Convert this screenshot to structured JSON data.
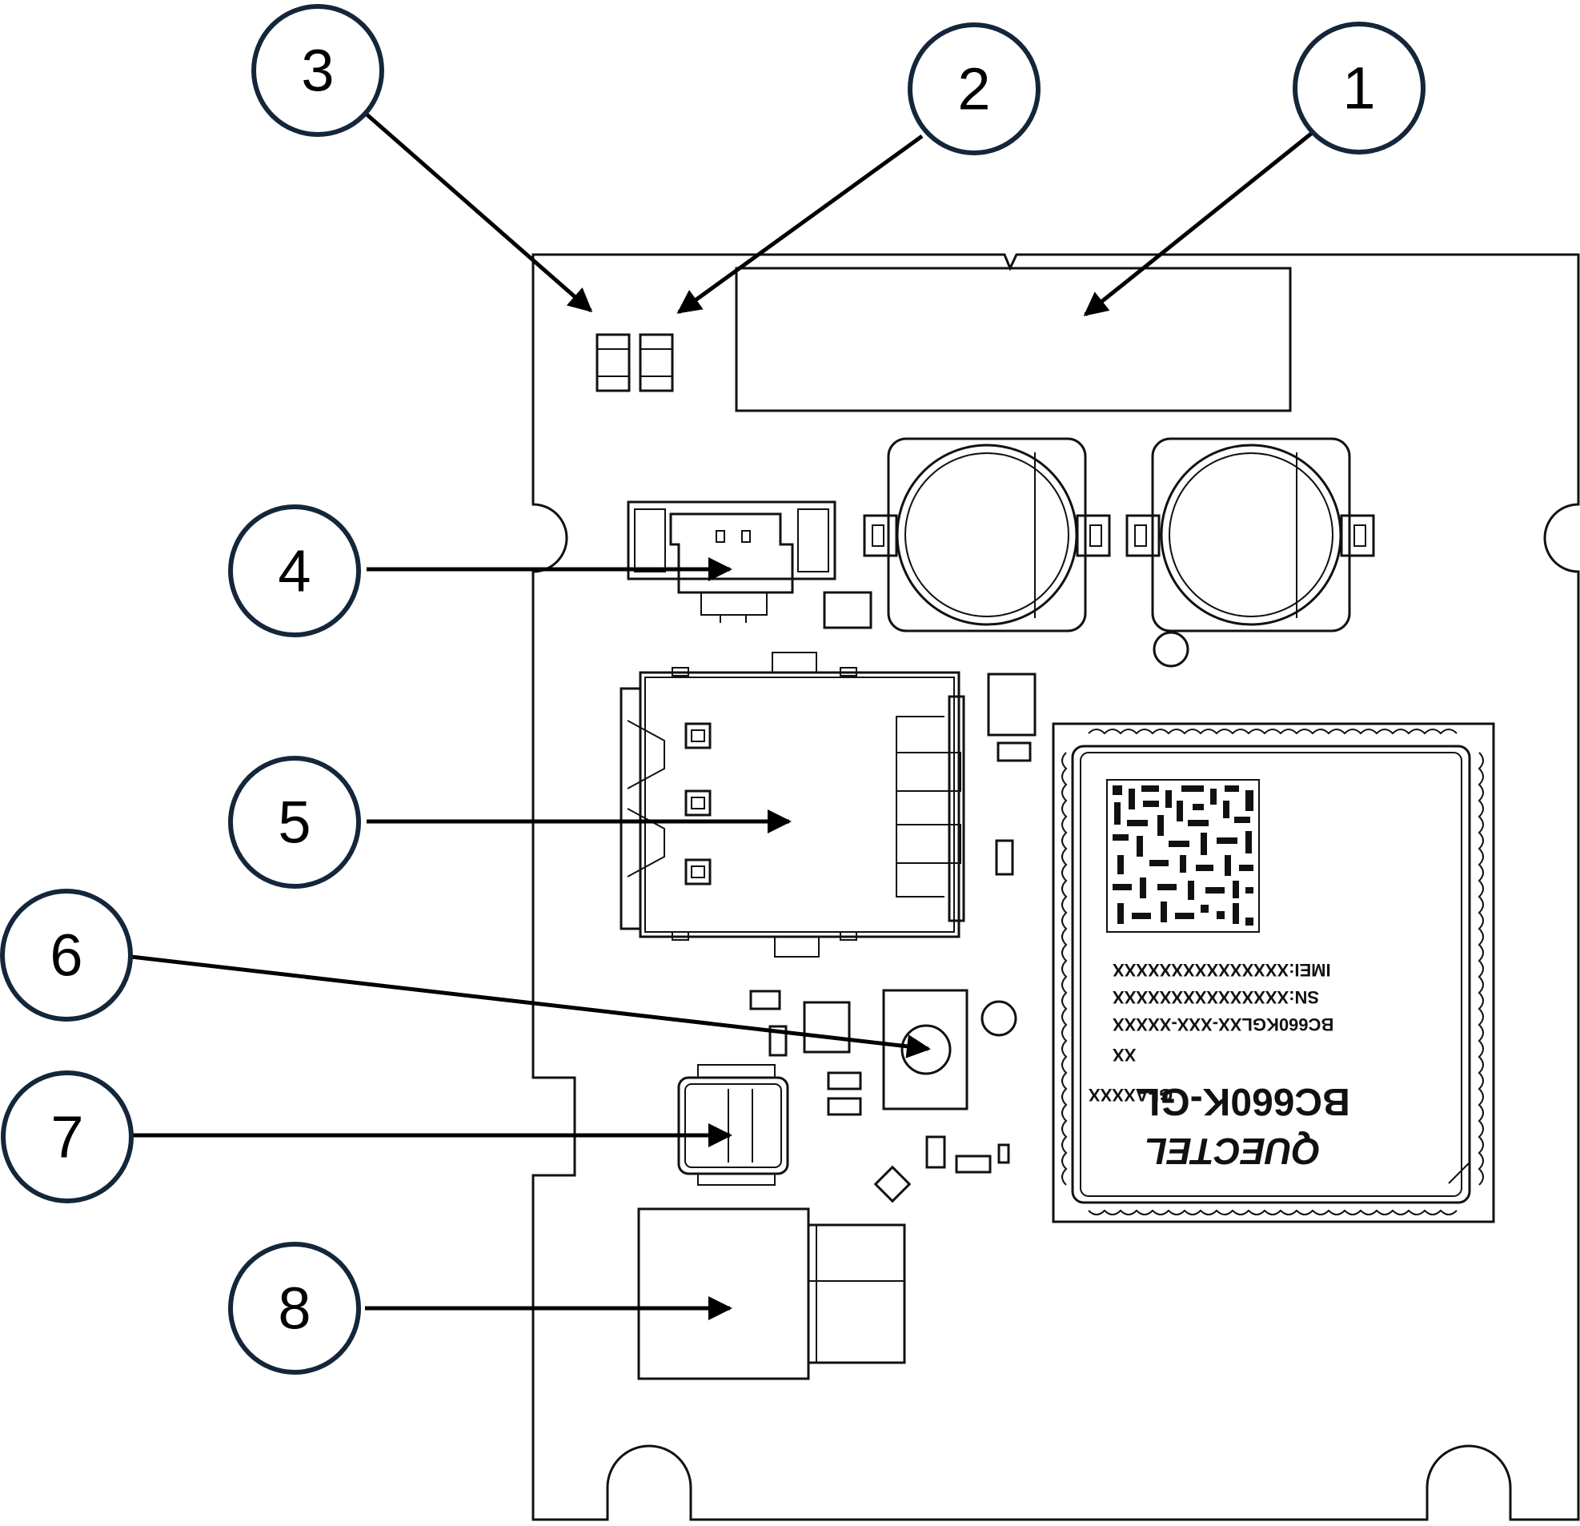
{
  "callouts": [
    {
      "number": "1",
      "target": "label-area"
    },
    {
      "number": "2",
      "target": "led-2"
    },
    {
      "number": "3",
      "target": "led-1"
    },
    {
      "number": "4",
      "target": "power-connector"
    },
    {
      "number": "5",
      "target": "sim-card-slot"
    },
    {
      "number": "6",
      "target": "switch-button"
    },
    {
      "number": "7",
      "target": "usb-connector"
    },
    {
      "number": "8",
      "target": "antenna-connector"
    }
  ],
  "module": {
    "brand": "QUECTEL",
    "model": "BC660K-GL",
    "sub_code": "GI-AXXXX",
    "line_xx": "XX",
    "line_part": "BC660KGLXX-XXX-XXXXX",
    "line_sn": "SN:XXXXXXXXXXXXXXX",
    "line_imei": "IMEI:XXXXXXXXXXXXXXX"
  },
  "colors": {
    "callout_border": "#14263a",
    "ink": "#111111"
  }
}
